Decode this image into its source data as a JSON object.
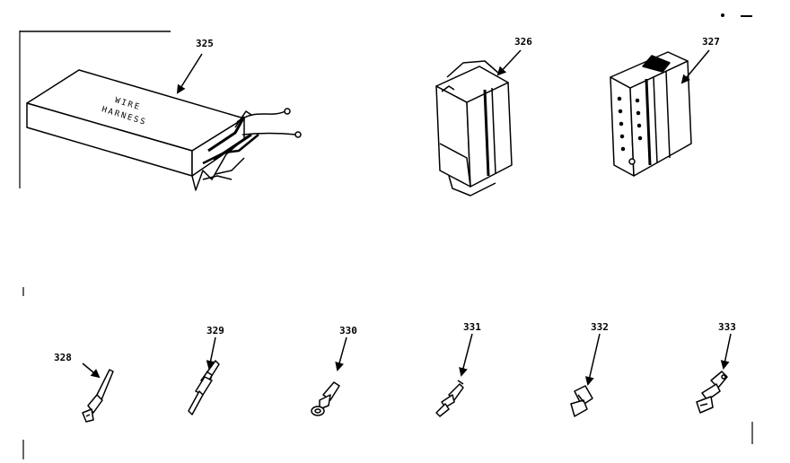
{
  "diagram": {
    "ink_color": "#000000",
    "background_color": "#ffffff",
    "parts": [
      {
        "number": "325",
        "label_lines": [
          "WIRE",
          "HARNESS"
        ]
      },
      {
        "number": "326"
      },
      {
        "number": "327"
      },
      {
        "number": "328"
      },
      {
        "number": "329"
      },
      {
        "number": "330"
      },
      {
        "number": "331"
      },
      {
        "number": "332"
      },
      {
        "number": "333"
      }
    ]
  }
}
